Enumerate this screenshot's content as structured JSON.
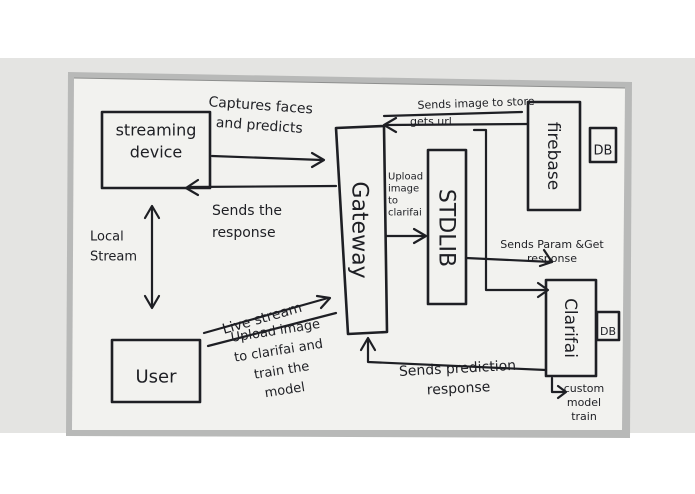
{
  "nodes": {
    "streaming_device": "streaming\ndevice",
    "gateway": "Gateway",
    "stdlib": "STDLIB",
    "firebase": "firebase",
    "firebase_db": "DB",
    "clarifai": "Clarifai",
    "clarifai_db": "DB",
    "user": "User"
  },
  "edges": {
    "captures": "Captures faces\nand predicts",
    "sends_response": "Sends the\nresponse",
    "sends_image_to_store": "Sends image to store",
    "gets_url": "gets url",
    "upload_image": "Upload\nimage\nto\nclarifai",
    "sends_param": "Sends Param &Get\nresponse",
    "local_stream": "Local\nStream",
    "live_stream": "Live stream",
    "upload_train": "Upload image\nto clarifai and\ntrain the\nmodel",
    "sends_prediction": "Sends prediction\nresponse",
    "custom_model": "custom\nmodel\ntrain"
  }
}
